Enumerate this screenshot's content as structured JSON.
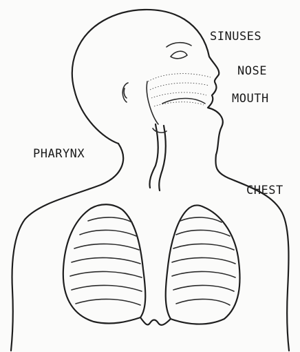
{
  "labels": {
    "sinuses": "SINUSES",
    "nose": "NOSE",
    "mouth": "MOUTH",
    "pharynx": "PHARYNX",
    "chest": "CHEST"
  },
  "colors": {
    "ink": "#1e1e1e",
    "paper": "#fbfbfa"
  }
}
